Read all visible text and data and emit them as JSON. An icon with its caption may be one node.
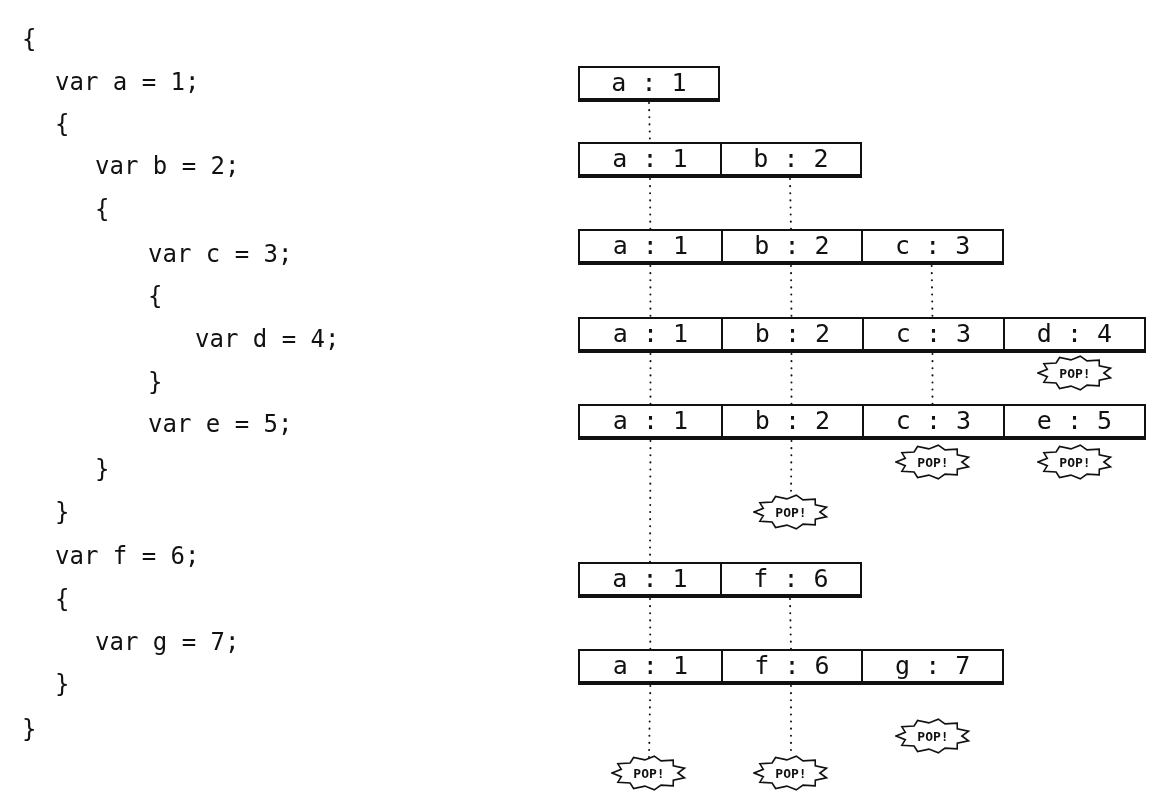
{
  "diagram": {
    "nodes": [
      {
        "text": [],
        "shape": "bar"
      },
      {
        "text": [
          "a : 1"
        ],
        "in": 0
      },
      {
        "text": [],
        "shape": "bar"
      },
      {
        "text": [
          "a : 1"
        ],
        "in": 2
      },
      {
        "text": [
          "b : 2"
        ],
        "in": 2
      },
      {
        "text": [],
        "shape": "bar"
      },
      {
        "text": [
          "a : 1"
        ],
        "in": 5
      },
      {
        "text": [
          "b : 2"
        ],
        "in": 5
      },
      {
        "text": [
          "c : 3"
        ],
        "in": 5
      },
      {
        "text": [],
        "shape": "bar"
      },
      {
        "text": [
          "a : 1"
        ],
        "in": 9
      },
      {
        "text": [
          "b : 2"
        ],
        "in": 9
      },
      {
        "text": [
          "c : 3"
        ],
        "in": 9
      },
      {
        "text": [
          "d : 4"
        ],
        "in": 9
      },
      {
        "text": [
          "POP!"
        ]
      },
      {
        "text": [],
        "shape": "bar"
      },
      {
        "text": [
          "a : 1"
        ],
        "in": 15
      },
      {
        "text": [
          "b : 2"
        ],
        "in": 15
      },
      {
        "text": [
          "c : 3"
        ],
        "in": 15
      },
      {
        "text": [
          "e : 5"
        ],
        "in": 15
      },
      {
        "text": [
          "POP!"
        ]
      },
      {
        "text": [
          "POP!"
        ]
      },
      {
        "text": [
          "POP!"
        ]
      },
      {
        "text": [],
        "shape": "bar"
      },
      {
        "text": [
          "a : 1"
        ],
        "in": 23
      },
      {
        "text": [
          "f : 6"
        ],
        "in": 23
      },
      {
        "text": [],
        "shape": "bar"
      },
      {
        "text": [
          "a : 1"
        ],
        "in": 26
      },
      {
        "text": [
          "f : 6"
        ],
        "in": 26
      },
      {
        "text": [
          "g : 7"
        ],
        "in": 26
      },
      {
        "text": [
          "POP!"
        ]
      },
      {
        "text": [
          "POP!"
        ]
      },
      {
        "text": [
          "POP!"
        ]
      }
    ],
    "edges": [
      {
        "from": 1,
        "to": 3,
        "arrow": "none",
        "style": "dashed"
      },
      {
        "from": 3,
        "to": 6,
        "arrow": "none",
        "style": "dashed"
      },
      {
        "from": 4,
        "to": 7,
        "arrow": "none",
        "style": "dashed"
      },
      {
        "from": 6,
        "to": 10,
        "arrow": "none",
        "style": "dashed"
      },
      {
        "from": 7,
        "to": 11,
        "arrow": "none",
        "style": "dashed"
      },
      {
        "from": 8,
        "to": 12,
        "arrow": "none",
        "style": "dashed"
      },
      {
        "from": 10,
        "to": 16,
        "arrow": "none",
        "style": "dashed"
      },
      {
        "from": 11,
        "to": 17,
        "arrow": "none",
        "style": "dashed"
      },
      {
        "from": 12,
        "to": 18,
        "arrow": "none",
        "style": "dashed"
      },
      {
        "from": 16,
        "to": 24,
        "arrow": "none",
        "style": "dashed"
      },
      {
        "from": 17,
        "to": 22,
        "arrow": "none",
        "style": "dashed"
      },
      {
        "from": 24,
        "to": 27,
        "arrow": "none",
        "style": "dashed"
      },
      {
        "from": 25,
        "to": 28,
        "arrow": "none",
        "style": "dashed"
      },
      {
        "from": 27,
        "to": 31,
        "arrow": "none",
        "style": "dashed"
      },
      {
        "from": 28,
        "to": 32,
        "arrow": "none",
        "style": "dashed"
      }
    ],
    "labels": [
      "{",
      "var a = 1;",
      "{",
      "var b = 2;",
      "{",
      "var c = 3;",
      "{",
      "var d = 4;",
      "}",
      "var e = 5;",
      "}",
      "}",
      "var f = 6;",
      "{",
      "var g = 7;",
      "}",
      "}"
    ]
  }
}
